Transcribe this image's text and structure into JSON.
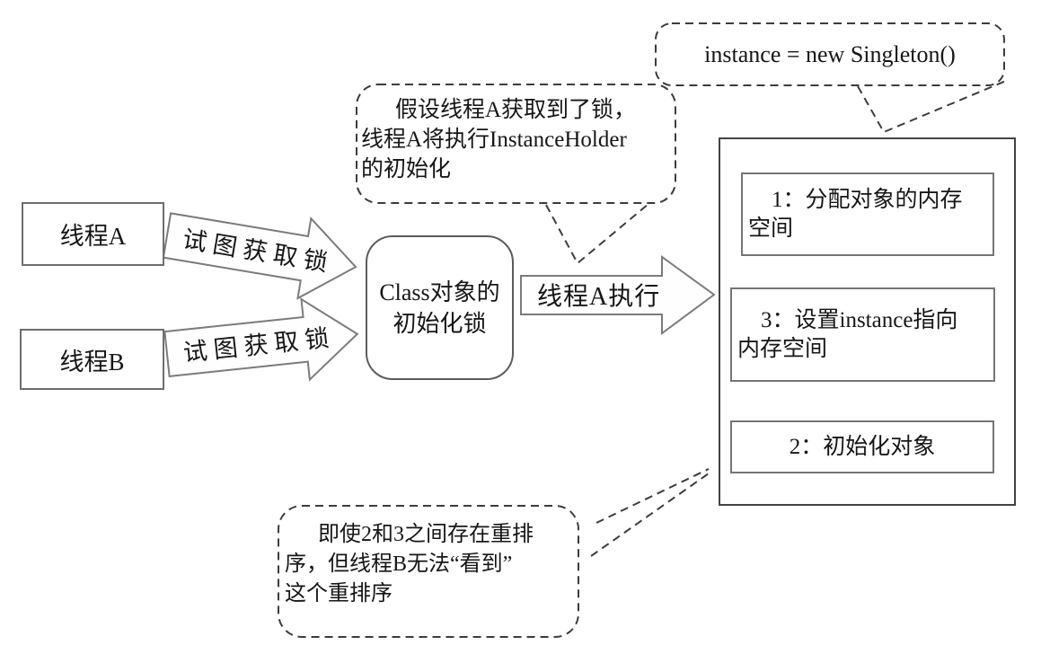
{
  "diagram": {
    "threads": {
      "thread_a": "线程A",
      "thread_b": "线程B"
    },
    "arrows": {
      "try_lock_a": "试图获取锁",
      "try_lock_b": "试图获取锁",
      "execute": "线程A执行"
    },
    "lock_box": {
      "lines": [
        "Class对象的",
        "初始化锁"
      ]
    },
    "bubbles": {
      "instance": "instance = new Singleton()",
      "assume": {
        "lines": [
          "假设线程A获取到了锁，",
          "线程A将执行InstanceHolder",
          "的初始化"
        ]
      },
      "reorder": {
        "lines": [
          "即使2和3之间存在重排",
          "序，但线程B无法“看到”",
          "这个重排序"
        ]
      }
    },
    "steps": [
      {
        "lines": [
          "1：分配对象的内存",
          "空间"
        ]
      },
      {
        "lines": [
          "3：设置instance指向",
          "内存空间"
        ]
      },
      {
        "lines": [
          "2：初始化对象"
        ]
      }
    ]
  }
}
